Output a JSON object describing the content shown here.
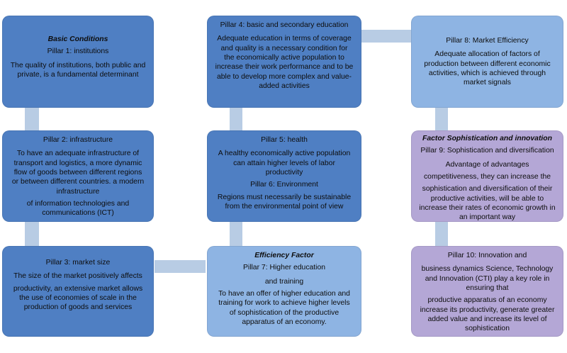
{
  "boxes": {
    "b1": {
      "heading": "Basic Conditions",
      "title": "Pillar 1: institutions",
      "text": [
        "The quality of institutions, both public and private, is a fundamental determinant"
      ]
    },
    "b2": {
      "title": "Pillar 2: infrastructure",
      "text": [
        "To have an adequate infrastructure of transport and logistics, a more dynamic flow of goods between different regions or between different countries. a modern infrastructure",
        "of information technologies and communications (ICT)"
      ]
    },
    "b3": {
      "title": "Pillar 3: market size",
      "text": [
        "The size of the market positively affects",
        "productivity, an extensive market allows the use of economies of scale in the production of goods and services"
      ]
    },
    "b4": {
      "title": "Pillar 4: basic and secondary education",
      "text": [
        "Adequate education in terms of coverage and quality is a necessary condition for the economically active population to increase their work performance and to be able to develop more complex and value-added activities"
      ]
    },
    "b5": {
      "title": "Pillar 5: health",
      "text": [
        "A healthy economically active population can attain higher levels of labor productivity",
        "Pillar 6: Environment",
        "Regions must necessarily be sustainable from the environmental point of view"
      ]
    },
    "b6": {
      "heading": "Efficiency Factor",
      "title": "Pillar 7: Higher education",
      "text": [
        "and training",
        "To have an offer of higher education and training for work to achieve higher levels of sophistication of the productive apparatus of an economy."
      ]
    },
    "b7": {
      "title": "Pillar 8: Market Efficiency",
      "text": [
        "Adequate allocation of factors of production between different economic activities, which is achieved through market signals"
      ]
    },
    "b8": {
      "heading": "Factor Sophistication and innovation",
      "title": "Pillar 9: Sophistication and diversification",
      "text": [
        "Advantage of advantages",
        "competitiveness, they can increase the",
        "sophistication and diversification of their productive activities, will be able to increase their rates of economic growth in an important way"
      ]
    },
    "b9": {
      "title": "Pillar 10: Innovation and",
      "text": [
        "business dynamics Science, Technology and Innovation (CTI) play a key role in ensuring that",
        "productive apparatus of an economy increase its productivity, generate greater added value and increase its level of sophistication"
      ]
    }
  },
  "colors": {
    "dark": "#4f7fc3",
    "light": "#8eb4e3",
    "purple": "#b4a7d6",
    "connector": "#b8cce4"
  }
}
